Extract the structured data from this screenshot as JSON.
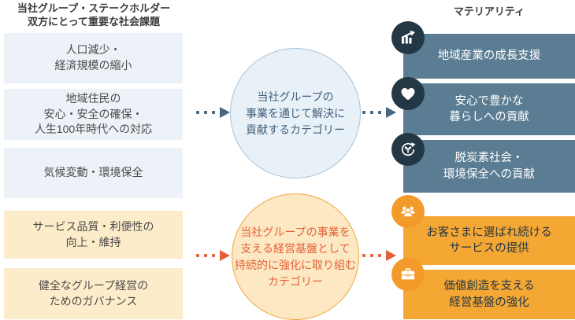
{
  "left_column": {
    "header": "当社グループ・ステークホルダー\n双方にとって重要な社会課題",
    "items": [
      {
        "label": "人口減少・\n経済規模の縮小",
        "group": "solve-through-business"
      },
      {
        "label": "地域住民の\n安心・安全の確保・\n人生100年時代への対応",
        "group": "solve-through-business"
      },
      {
        "label": "気候変動・環境保全",
        "group": "solve-through-business"
      },
      {
        "label": "サービス品質・利便性の\n向上・維持",
        "group": "management-base"
      },
      {
        "label": "健全なグループ経営の\nためのガバナンス",
        "group": "management-base"
      }
    ]
  },
  "center": {
    "top_circle_label": "当社グループの\n事業を通じて解決に\n貢献するカテゴリー",
    "bottom_circle_label": "当社グループの事業を\n支える経営基盤として\n持続的に強化に取り組む\nカテゴリー"
  },
  "right_column": {
    "header": "マテリアリティ",
    "items": [
      {
        "label": "地域産業の成長支援",
        "icon": "growth-chart-icon",
        "group": "solve-through-business"
      },
      {
        "label": "安心で豊かな\n暮らしへの貢献",
        "icon": "heart-icon",
        "group": "solve-through-business"
      },
      {
        "label": "脱炭素社会・\n環境保全への貢献",
        "icon": "eco-sprout-recycle-icon",
        "group": "solve-through-business"
      },
      {
        "label": "お客さまに選ばれ続ける\nサービスの提供",
        "icon": "customer-group-icon",
        "group": "management-base"
      },
      {
        "label": "価値創造を支える\n経営基盤の強化",
        "icon": "briefcase-icon",
        "group": "management-base"
      }
    ]
  },
  "colors": {
    "light_blue_box": "#edf2f8",
    "light_orange_box": "#fdecca",
    "dark_blue_box": "#5a7d93",
    "orange_box": "#f5a733",
    "navy_icon_circle": "#243744",
    "orange_icon_circle": "#f29b2a",
    "blue_circle_fill": "#e9f1f8",
    "blue_circle_border": "#a5c3d8",
    "orange_circle_fill": "#fce9c3",
    "orange_circle_border": "#efa63f",
    "blue_arrow": "#48677f",
    "orange_arrow": "#e4603a",
    "blue_circle_text": "#42607a",
    "orange_circle_text": "#e4613a"
  }
}
